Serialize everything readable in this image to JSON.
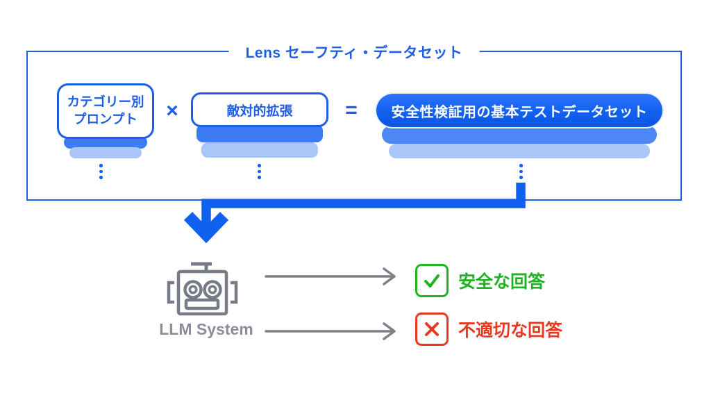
{
  "palette": {
    "blue_fill": "#1161f0",
    "blue_border": "#1e5ee4",
    "stack_medium": "#3d7bf2",
    "stack_light": "#aac5f8",
    "green": "#1fb41f",
    "red": "#e8381f",
    "robot_gray": "#767b86",
    "label_gray": "#8a8e99",
    "arrow_gray": "#7c8189"
  },
  "dataset_frame": {
    "title": "Lens セーフティ・データセット",
    "category_box": {
      "line1": "カテゴリー別",
      "line2": "プロンプト"
    },
    "multiply_sign": "×",
    "adversarial_box": {
      "label": "敵対的拡張"
    },
    "equals_sign": "=",
    "result_box": {
      "label": "安全性検証用の基本テストデータセット"
    }
  },
  "llm_system": {
    "label": "LLM System"
  },
  "outcomes": {
    "safe": {
      "label": "安全な回答"
    },
    "unsafe": {
      "label": "不適切な回答"
    }
  }
}
